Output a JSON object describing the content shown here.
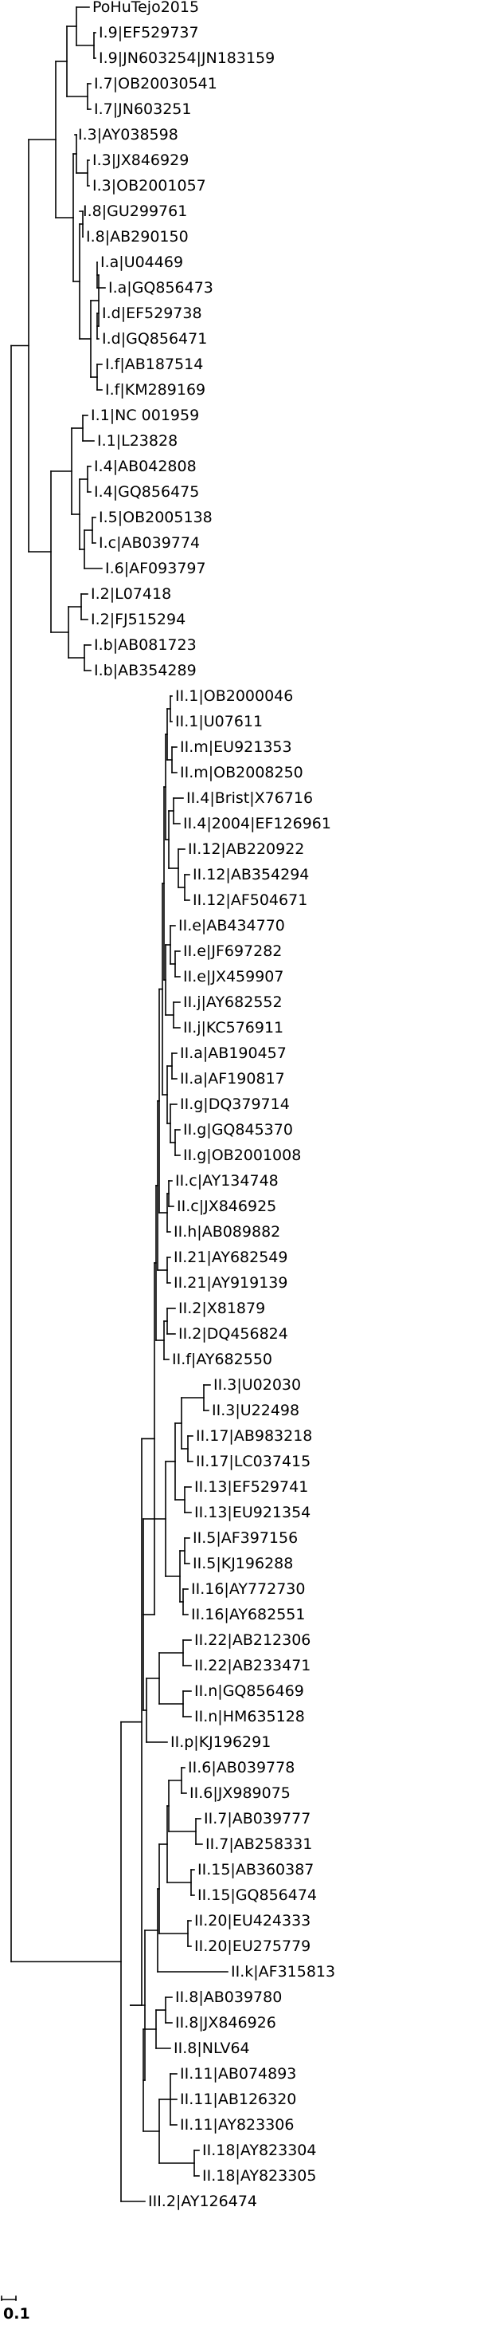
{
  "taxa": [
    "PoHuTejo2015",
    "I.9|EF529737",
    "I.9|JN603254|JN183159",
    "I.7|OB20030541",
    "I.7|JN603251",
    "I.3|AY038598",
    "I.3|JX846929",
    "I.3|OB2001057",
    "I.8|GU299761",
    "I.8|AB290150",
    "I.a|U04469",
    "I.a|GQ856473",
    "I.d|EF529738",
    "I.d|GQ856471",
    "I.f|AB187514",
    "I.f|KM289169",
    "I.1|NC 001959",
    "I.1|L23828",
    "I.4|AB042808",
    "I.4|GQ856475",
    "I.5|OB2005138",
    "I.c|AB039774",
    "I.6|AF093797",
    "I.2|L07418",
    "I.2|FJ515294",
    "I.b|AB081723",
    "I.b|AB354289",
    "II.1|OB2000046",
    "II.1|U07611",
    "II.m|EU921353",
    "II.m|OB2008250",
    "II.4|Brist|X76716",
    "II.4|2004|EF126961",
    "II.12|AB220922",
    "II.12|AB354294",
    "II.12|AF504671",
    "II.e|AB434770",
    "II.e|JF697282",
    "II.e|JX459907",
    "II.j|AY682552",
    "II.j|KC576911",
    "II.a|AB190457",
    "II.a|AF190817",
    "II.g|DQ379714",
    "II.g|GQ845370",
    "II.g|OB2001008",
    "II.c|AY134748",
    "II.c|JX846925",
    "II.h|AB089882",
    "II.21|AY682549",
    "II.21|AY919139",
    "II.2|X81879",
    "II.2|DQ456824",
    "II.f|AY682550",
    "II.3|U02030",
    "II.3|U22498",
    "II.17|AB983218",
    "II.17|LC037415",
    "II.13|EF529741",
    "II.13|EU921354",
    "II.5|AF397156",
    "II.5|KJ196288",
    "II.16|AY772730",
    "II.16|AY682551",
    "II.22|AB212306",
    "II.22|AB233471",
    "II.n|GQ856469",
    "II.n|HM635128",
    "II.p|KJ196291",
    "II.6|AB039778",
    "II.6|JX989075",
    "II.7|AB039777",
    "II.7|AB258331",
    "II.15|AB360387",
    "II.15|GQ856474",
    "II.20|EU424333",
    "II.20|EU275779",
    "II.k|AF315813",
    "II.8|AB039780",
    "II.8|JX846926",
    "II.8|NLV64",
    "II.11|AB074893",
    "II.11|AB126320",
    "II.11|AY823306",
    "II.18|AY823304",
    "II.18|AY823305",
    "III.2|AY126474"
  ],
  "tree": {
    "newick": "(((((PoHuTejo2015,(I.9|EF529737,I.9|JN603254|JN183159)),(I.7|OB20030541,I.7|JN603251)),((I.3|AY038598,(I.3|JX846929,I.3|OB2001057)),((I.8|GU299761,I.8|AB290150),(((I.a|U04469,I.a|GQ856473),(I.d|EF529738,I.d|GQ856471)),(I.f|AB187514,I.f|KM289169))))),(((I.1|NC 001959,I.1|L23828),((I.4|AB042808,I.4|GQ856475),((I.5|OB2005138,I.c|AB039774),I.6|AF093797))),((I.2|L07418,I.2|FJ515294),(I.b|AB081723,I.b|AB354289)))),((((((((((II.1|OB2000046,II.1|U07611),(II.m|EU921353,II.m|OB2008250)),((II.4|Brist|X76716,II.4|2004|EF126961),(II.12|AB220922,(II.12|AB354294,II.12|AF504671)))),((II.e|AB434770,(II.e|JF697282,II.e|JX459907)),(II.j|AY682552,II.j|KC576911))),((II.a|AB190457,II.a|AF190817),(II.g|DQ379714,(II.g|GQ845370,II.g|OB2001008)))),((II.c|AY134748,II.c|JX846925),II.h|AB089882)),(II.21|AY682549,II.21|AY919139)),((II.2|X81879,II.2|DQ456824),II.f|AY682550)),(((((II.3|U02030,II.3|U22498),(II.17|AB983218,II.17|LC037415)),(II.13|EF529741,II.13|EU921354)),((II.5|AF397156,II.5|KJ196288),(II.16|AY772730,II.16|AY682551))),(((II.22|AB212306,II.22|AB233471),(II.n|GQ856469,II.n|HM635128)),II.p|KJ196291))),((((((II.6|AB039778,II.6|JX989075),(II.7|AB039777,II.7|AB258331)),(II.15|AB360387,II.15|GQ856474)),(II.20|EU424333,II.20|EU275779)),II.k|AF315813),(((II.8|AB039780,II.8|JX846926),II.8|NLV64),((II.11|AB074893,II.11|AB126320,II.11|AY823306),(II.18|AY823304,II.18|AY823305))))),III.2|AY126474))"
  },
  "scale_bar": {
    "label": "0.1",
    "length": 0.1
  }
}
